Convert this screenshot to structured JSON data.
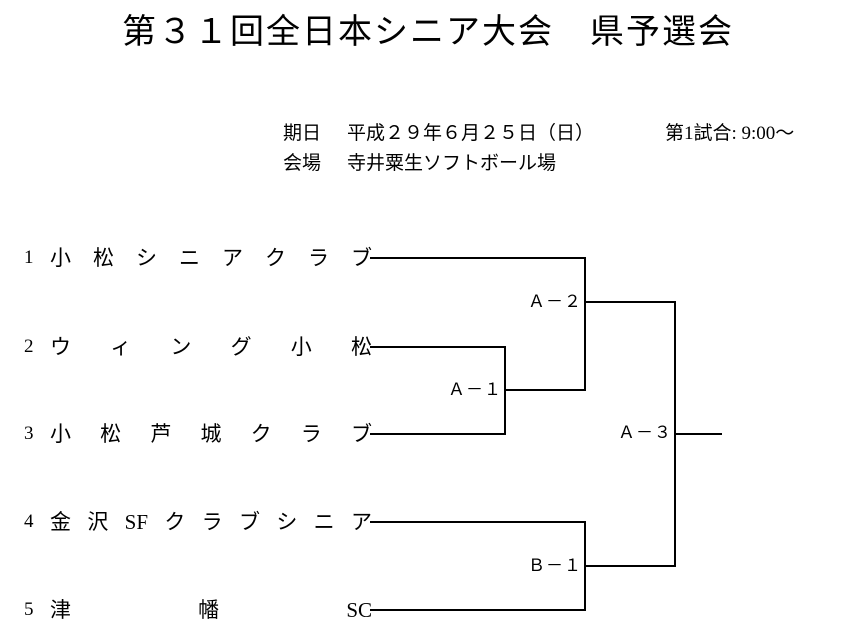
{
  "page": {
    "title": "第３１回全日本シニア大会　県予選会"
  },
  "info": {
    "date_label": "期日",
    "date_value": "平成２９年６月２５日（日）",
    "first_game": "第1試合: 9:00～",
    "venue_label": "会場",
    "venue_value": "寺井粟生ソフトボール場"
  },
  "bracket": {
    "teams": [
      {
        "seed": "1",
        "name": "小松シニアクラブ",
        "units": [
          "小",
          "松",
          "シ",
          "ニ",
          "ア",
          "ク",
          "ラ",
          "ブ"
        ]
      },
      {
        "seed": "2",
        "name": "ウィング小松",
        "units": [
          "ウ",
          "ィ",
          "ン",
          "グ",
          "小",
          "松"
        ]
      },
      {
        "seed": "3",
        "name": "小松芦城クラブ",
        "units": [
          "小",
          "松",
          "芦",
          "城",
          "ク",
          "ラ",
          "ブ"
        ]
      },
      {
        "seed": "4",
        "name": "金沢SFクラブシニア",
        "units": [
          "金",
          "沢",
          "SF",
          "ク",
          "ラ",
          "ブ",
          "シ",
          "ニ",
          "ア"
        ]
      },
      {
        "seed": "5",
        "name": "津幡SC",
        "units": [
          "津",
          "幡",
          "SC"
        ]
      }
    ],
    "matches": {
      "a1": {
        "label": "Ａ－１"
      },
      "a2": {
        "label": "Ａ－２"
      },
      "a3": {
        "label": "Ａ－３"
      },
      "b1": {
        "label": "Ｂ－１"
      }
    },
    "colors": {
      "line": "#000000",
      "background": "#ffffff",
      "text": "#000000"
    }
  }
}
